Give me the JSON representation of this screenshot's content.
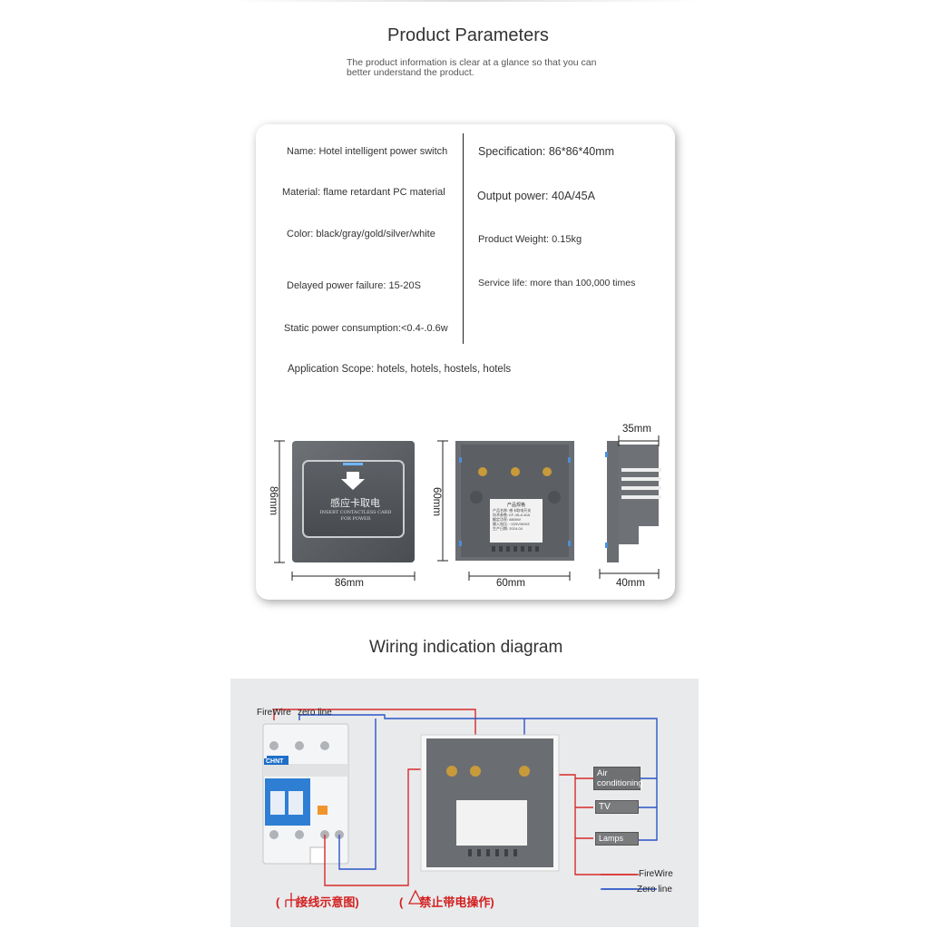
{
  "header": {
    "title": "Product Parameters",
    "subtitle": "The product information is clear at a glance so that you can better understand the product."
  },
  "params": {
    "left": [
      "Name: Hotel intelligent power switch",
      "Material: flame retardant PC material",
      "Color: black/gray/gold/silver/white",
      "Delayed power failure: 15-20S",
      "Static power consumption:<0.4-.0.6w"
    ],
    "right": [
      "Specification: 86*86*40mm",
      "Output power: 40A/45A",
      "Product Weight: 0.15kg",
      "Service life: more than 100,000 times"
    ],
    "scope": "Application Scope: hotels, hotels, hostels, hotels"
  },
  "dimensions": {
    "front_height": "86mm",
    "front_width": "86mm",
    "back_height": "60mm",
    "back_width": "60mm",
    "side_top": "35mm",
    "side_bottom": "40mm"
  },
  "switch_face": {
    "cn_text": "感应卡取电",
    "en_text": "INSERT CONTACTLESS CARD FOR POWER"
  },
  "label_sticker": {
    "title": "产品规格",
    "lines": [
      "产品名称: 感卡取电开关",
      "技术参数: KF-45-A 40A",
      "额定功率: 8800W",
      "输入电压: ~220V/50HZ",
      "生产日期: 2024-04"
    ]
  },
  "wiring": {
    "title": "Wiring indication diagram",
    "breaker_labels": [
      "FireWire",
      "zero line"
    ],
    "breaker_brand": "CHNT",
    "loads": [
      "Air conditioning",
      "TV",
      "Lamps"
    ],
    "legend": {
      "fire": "FireWire",
      "zero": "Zero line"
    },
    "caption_left": "接线示意图",
    "caption_right": "禁止带电操作",
    "colors": {
      "fire": "#d82a2a",
      "zero": "#2a55c8"
    }
  }
}
